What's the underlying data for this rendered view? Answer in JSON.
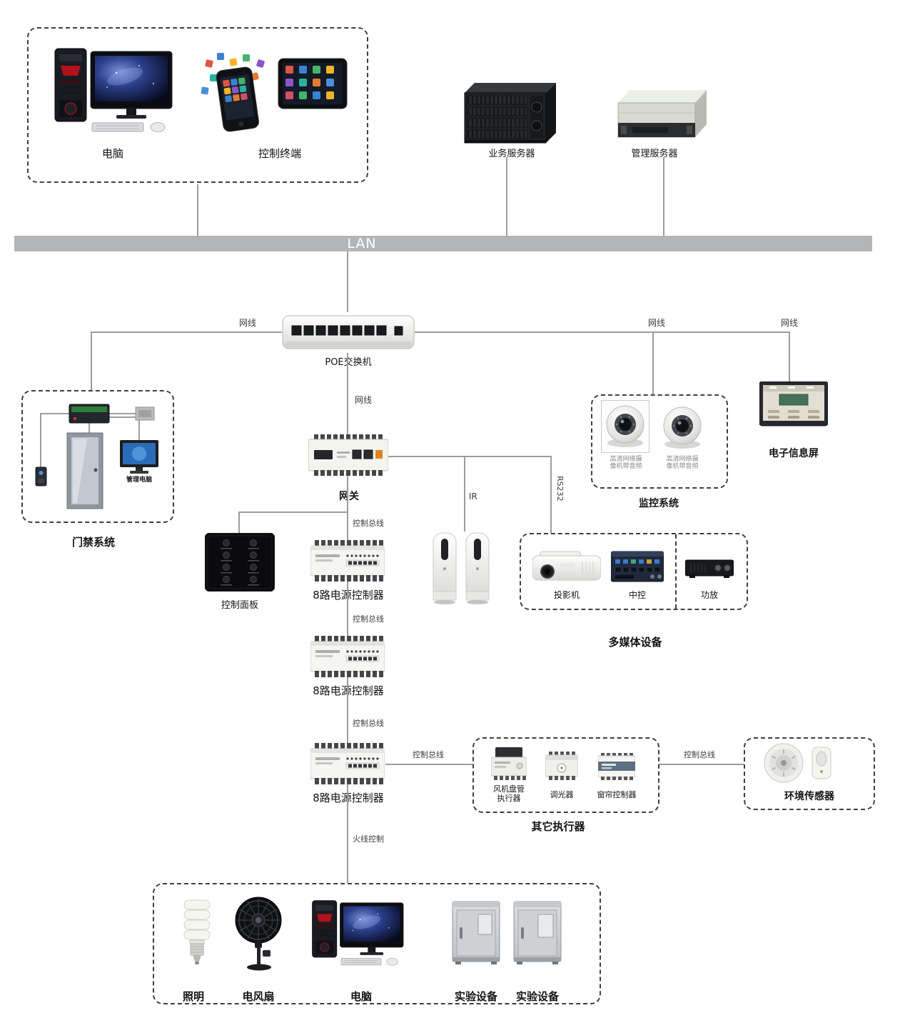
{
  "bus": {
    "lan": "LAN"
  },
  "edge_labels": {
    "net_cable": "网线",
    "control_bus": "控制总线",
    "ir": "IR",
    "rs232": "RS232",
    "live_wire_control": "火线控制"
  },
  "top": {
    "computer": "电脑",
    "control_terminal": "控制终端",
    "business_server": "业务服务器",
    "management_server": "管理服务器"
  },
  "network": {
    "poe_switch": "POE交换机",
    "gateway": "网关"
  },
  "access_control": {
    "group": "门禁系统",
    "management_pc": "管理电脑"
  },
  "surveillance": {
    "group": "监控系统",
    "camera_caption_line1": "高清网络摄",
    "camera_caption_line2": "像机带音频"
  },
  "info_screen": "电子信息屏",
  "control": {
    "control_panel": "控制面板",
    "power_controller": "8路电源控制器"
  },
  "multimedia": {
    "group": "多媒体设备",
    "projector": "投影机",
    "central_control": "中控",
    "amplifier": "功放"
  },
  "actuators": {
    "group": "其它执行器",
    "fan_coil_line1": "风机盘管",
    "fan_coil_line2": "执行器",
    "dimmer": "调光器",
    "curtain_controller": "窗帘控制器"
  },
  "sensor": {
    "group": "环境传感器"
  },
  "loads": {
    "lighting": "照明",
    "electric_fan": "电风扇",
    "computer": "电脑",
    "lab_equipment": "实验设备"
  },
  "colors": {
    "lan_bar": "#b3b5b7",
    "connector_line": "#9c9c9c",
    "dashed_border": "#3f3f3f"
  }
}
